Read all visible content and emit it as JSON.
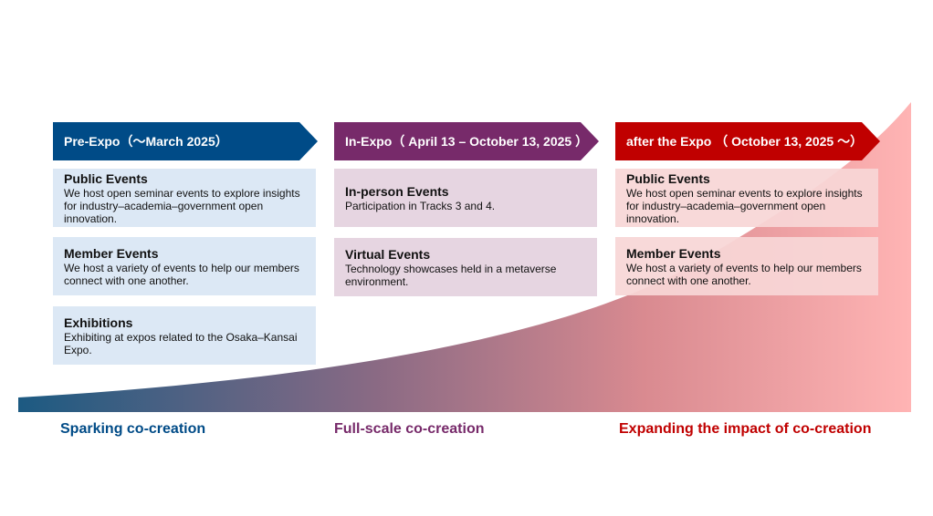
{
  "columns": [
    {
      "header": "Pre-Expo（～March 2025）",
      "color": "#004b87",
      "label": "Sparking co-creation",
      "items": [
        {
          "title": "Public Events",
          "desc": "We host open seminar events to explore insights for industry–academia–government open innovation."
        },
        {
          "title": "Member Events",
          "desc": "We host a variety of events to help our members connect with one another."
        },
        {
          "title": "Exhibitions",
          "desc": "Exhibiting at expos related to the Osaka–Kansai Expo."
        }
      ]
    },
    {
      "header": "In-Expo（ April 13 – October 13, 2025 ）",
      "color": "#772a6a",
      "label": "Full-scale co-creation",
      "items": [
        {
          "title": "In-person Events",
          "desc": "Participation in Tracks 3 and 4."
        },
        {
          "title": "Virtual Events",
          "desc": "Technology showcases held in a metaverse environment."
        }
      ]
    },
    {
      "header": "after the Expo （ October 13, 2025 ～）",
      "color": "#c00000",
      "label": "Expanding the impact of co-creation",
      "items": [
        {
          "title": "Public Events",
          "desc": "We host open seminar events to explore insights for industry–academia–government open innovation."
        },
        {
          "title": "Member Events",
          "desc": "We host a variety of events to help our members connect with one another."
        }
      ]
    }
  ],
  "gradient": {
    "start": "#1c5a82",
    "end": "#ffb4b4"
  }
}
